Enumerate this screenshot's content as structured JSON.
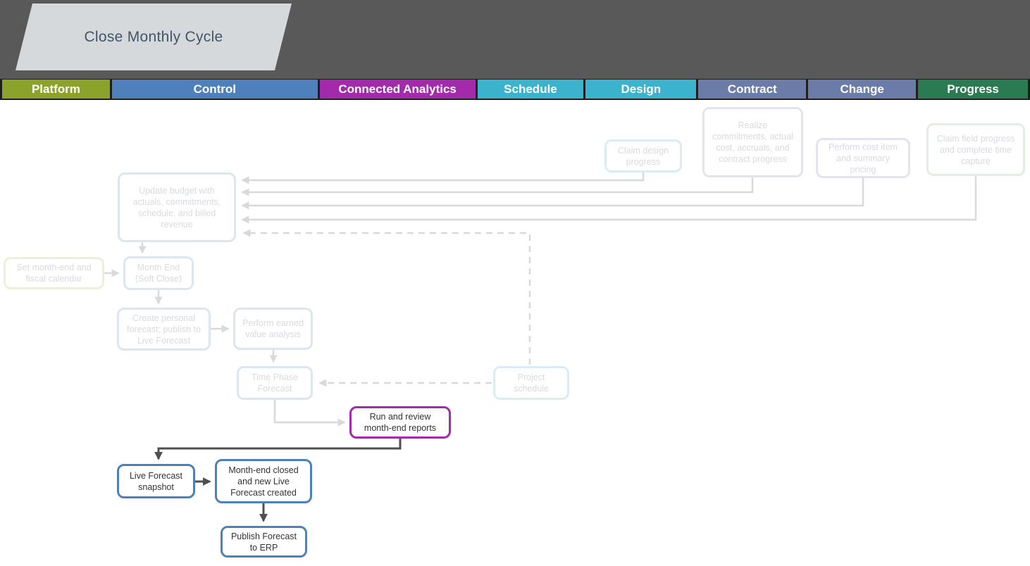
{
  "title": {
    "label": "Close Monthly Cycle"
  },
  "lanes": [
    {
      "label": "Platform",
      "color": "#8CA32B"
    },
    {
      "label": "Control",
      "color": "#4E80BC"
    },
    {
      "label": "Connected Analytics",
      "color": "#A32AAB"
    },
    {
      "label": "Schedule",
      "color": "#3BB3CC"
    },
    {
      "label": "Design",
      "color": "#3BB3CC"
    },
    {
      "label": "Contract",
      "color": "#6C7CA9"
    },
    {
      "label": "Change",
      "color": "#6C7CA9"
    },
    {
      "label": "Progress",
      "color": "#2B7B52"
    }
  ],
  "nodes": {
    "update_budget": {
      "label": "Update budget with actuals, commitments, schedule, and billed revenue"
    },
    "set_month_end": {
      "label": "Set month-end and fiscal calendar"
    },
    "month_end_soft": {
      "label": "Month End (Soft Close)"
    },
    "create_forecast": {
      "label": "Create personal forecast; publish to Live Forecast"
    },
    "earned_value": {
      "label": "Perform earned value analysis"
    },
    "time_phase": {
      "label": "Time Phase Forecast"
    },
    "project_schedule": {
      "label": "Project schedule"
    },
    "claim_design": {
      "label": "Claim design progress"
    },
    "realize": {
      "label": "Realize commitments, actual cost, accruals, and contract progress"
    },
    "perform_cost": {
      "label": "Perform cost item and summary pricing"
    },
    "claim_field": {
      "label": "Claim field progress and complete time capture"
    },
    "run_review": {
      "label": "Run and review month-end reports"
    },
    "live_snapshot": {
      "label": "Live Forecast snapshot"
    },
    "month_end_closed": {
      "label": "Month-end closed and new Live Forecast created"
    },
    "publish_erp": {
      "label": "Publish Forecast to ERP"
    }
  },
  "colors": {
    "topbar_bg": "#595959",
    "title_plate_bg": "#D6D9DC",
    "title_text": "#44546A",
    "faded_text": "#D7DBE0",
    "faded_border_blue": "#DCE6F2",
    "faded_border_cyan": "#D9EDF4",
    "faded_border_lavender": "#E3E4EF",
    "faded_border_green": "#E2EEE2",
    "faded_border_yellow": "#EDF0D8",
    "active_purple": "#A32AAB",
    "active_blue": "#4E80BC",
    "arrow_light": "#D9D9D9",
    "arrow_dark": "#4F4F4F"
  }
}
